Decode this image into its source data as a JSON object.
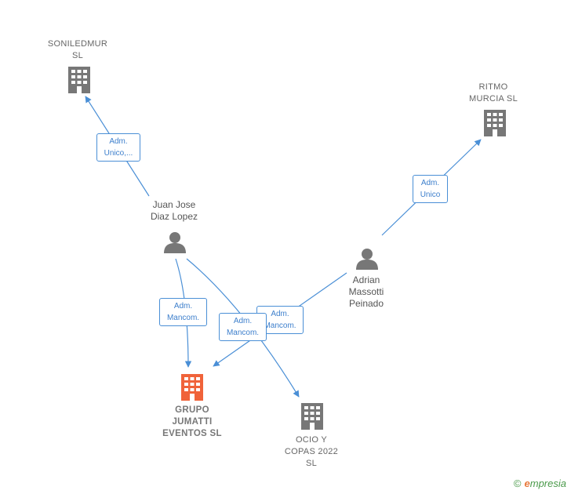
{
  "nodes": {
    "sonilemur": {
      "label": "SONILEDMUR\nSL",
      "kind": "company",
      "color": "#777777"
    },
    "ritmo": {
      "label": "RITMO\nMURCIA  SL",
      "kind": "company",
      "color": "#777777"
    },
    "grupo": {
      "label": "GRUPO\nJUMATTI\nEVENTOS  SL",
      "kind": "company",
      "color": "#f0633a"
    },
    "ocio": {
      "label": "OCIO Y\nCOPAS 2022\nSL",
      "kind": "company",
      "color": "#777777"
    },
    "juan": {
      "label": "Juan Jose\nDiaz Lopez",
      "kind": "person",
      "color": "#777777"
    },
    "adrian": {
      "label": "Adrian\nMassotti\nPeinado",
      "kind": "person",
      "color": "#777777"
    }
  },
  "edges": [
    {
      "id": "juan-sonilemur",
      "label": "Adm.\nUnico,..."
    },
    {
      "id": "adrian-ritmo",
      "label": "Adm.\nUnico"
    },
    {
      "id": "juan-grupo",
      "label": "Adm.\nMancom."
    },
    {
      "id": "adrian-grupo",
      "label": "Adm.\nMancom."
    },
    {
      "id": "juan-ocio",
      "label": "Adm.\nMancom."
    }
  ],
  "colors": {
    "edge": "#4a8fd6",
    "company": "#777777",
    "highlight": "#f0633a",
    "person": "#777777"
  },
  "brand": {
    "copyright": "©",
    "name": "mpresia",
    "initial": "e"
  }
}
